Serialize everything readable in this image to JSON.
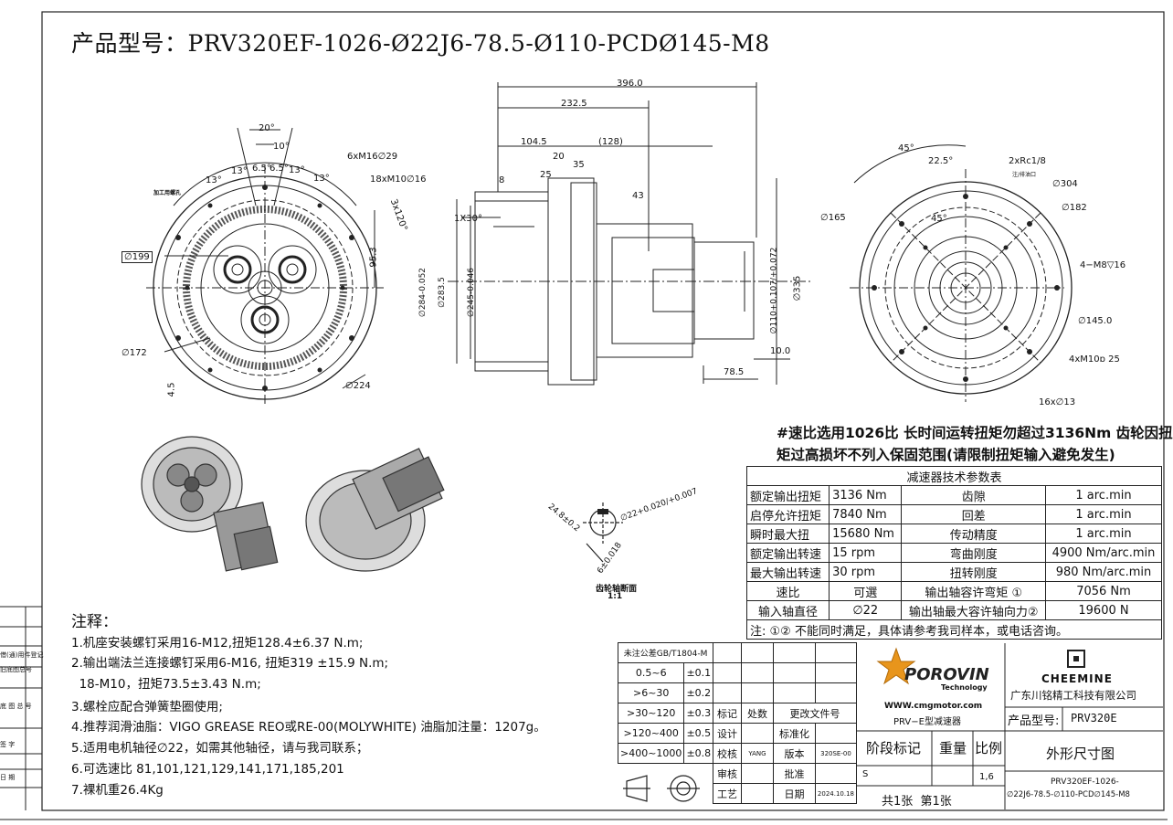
{
  "title": "产品型号：PRV320EF-1026-Ø22J6-78.5-Ø110-PCDØ145-M8",
  "warning": {
    "line1": "#速比选用1026比 长时间运转扭矩勿超过3136Nm 齿轮因扭",
    "line2": "矩过高损坏不列入保固范围(请限制扭矩输入避免发生)"
  },
  "notes": {
    "heading": "注释：",
    "items": [
      "1.机座安装螺钉采用16-M12,扭矩128.4±6.37 N.m;",
      "2.输出端法兰连接螺钉采用6-M16, 扭矩319 ±15.9 N.m;",
      "  18-M10，扭矩73.5±3.43 N.m;",
      "3.螺栓应配合弹簧垫圈使用;",
      "4.推荐润滑油脂：VIGO GREASE REO或RE-00(MOLYWHITE) 油脂加注量：1207g。",
      "5.适用电机轴径∅22，如需其他轴径，请与我司联系；",
      "6.可选速比 81,101,121,129,141,171,185,201",
      "7.裸机重26.4Kg"
    ]
  },
  "section_label": {
    "line1": "齿轮轴断面",
    "line2": "1:1"
  },
  "labels": {
    "oil_hole": "加工用螺孔",
    "rc": "2xRc1/8",
    "rc_sub": "注/排油口"
  },
  "dims": {
    "front": [
      "20°",
      "10°",
      "13°",
      "13°",
      "6.5°",
      "6.5°",
      "13°",
      "13°",
      "6xM16∅29",
      "18xM10∅16",
      "3x120°",
      "95.3",
      "∅199",
      "∅172",
      "4.5",
      "∅224"
    ],
    "side": [
      "396.0",
      "232.5",
      "104.5",
      "(128)",
      "20",
      "25",
      "35",
      "8",
      "43",
      "1X30°",
      "∅284-0.052",
      "∅283.5",
      "∅245-0.046",
      "∅110+0.107/+0.072",
      "∅335",
      "10.0",
      "78.5"
    ],
    "rear": [
      "45°",
      "22.5°",
      "∅304",
      "∅182",
      "∅165",
      "45°",
      "4−M8▽16",
      "∅145.0",
      "4xM10ɒ 25",
      "16x∅13"
    ],
    "shaft": [
      "24.8±0.2",
      "∅22+0.020/+0.007",
      "6±0.018"
    ]
  },
  "spec_table": {
    "title": "减速器技术参数表",
    "rows": [
      [
        "额定输出扭矩",
        "3136 Nm",
        "齿隙",
        "1 arc.min"
      ],
      [
        "启停允许扭矩",
        "7840 Nm",
        "回差",
        "1 arc.min"
      ],
      [
        "瞬时最大扭",
        "15680 Nm",
        "传动精度",
        "1 arc.min"
      ],
      [
        "额定输出转速",
        "15 rpm",
        "弯曲刚度",
        "4900 Nm/arc.min"
      ],
      [
        "最大输出转速",
        "30 rpm",
        "扭转刚度",
        "980 Nm/arc.min"
      ],
      [
        "速比",
        "可選",
        "输出轴容许弯矩 ①",
        "7056 Nm"
      ],
      [
        "输入轴直径",
        "∅22",
        "输出轴最大容许轴向力②",
        "19600 N"
      ]
    ],
    "note": "注: ①② 不能同时满足，具体请参考我司样本，或电话咨询。"
  },
  "tolerance": {
    "header": "未注公差GB/T1804-M",
    "rows": [
      [
        "0.5~6",
        "±0.1"
      ],
      [
        ">6~30",
        "±0.2"
      ],
      [
        ">30~120",
        "±0.3"
      ],
      [
        ">120~400",
        "±0.5"
      ],
      [
        ">400~1000",
        "±0.8"
      ]
    ]
  },
  "revision": {
    "headers": [
      "标记",
      "处数",
      "更改文件号"
    ],
    "sign": [
      [
        "设计",
        "",
        "标准化",
        ""
      ],
      [
        "校核",
        "YANG",
        "版本",
        "320SE-00"
      ],
      [
        "审核",
        "",
        "批准",
        ""
      ],
      [
        "工艺",
        "",
        "日期",
        "2024.10.18"
      ]
    ]
  },
  "brand": {
    "name": "POROVIN",
    "tech": "Technology",
    "url": "WWW.cmgmotor.com",
    "subtitle": "PRV−E型减速器",
    "right_logo": "CHEEMINE",
    "company": "广东川铭精工科技有限公司"
  },
  "title_block": {
    "model_label": "产品型号:",
    "model_value": "PRV320E",
    "stage": "阶段标记",
    "weight": "重量",
    "ratio": "比例",
    "s": "S",
    "scale": "1,6",
    "drawing": "外形尺寸图",
    "sheets": "共1张  第1张",
    "code1": "PRV320EF-1026-",
    "code2": "∅22J6-78.5-∅110-PCD∅145-M8"
  },
  "side_strip": [
    "借(通)用件登记",
    "旧底图总号",
    "底 图 总 号",
    "签 字",
    "日 期"
  ]
}
